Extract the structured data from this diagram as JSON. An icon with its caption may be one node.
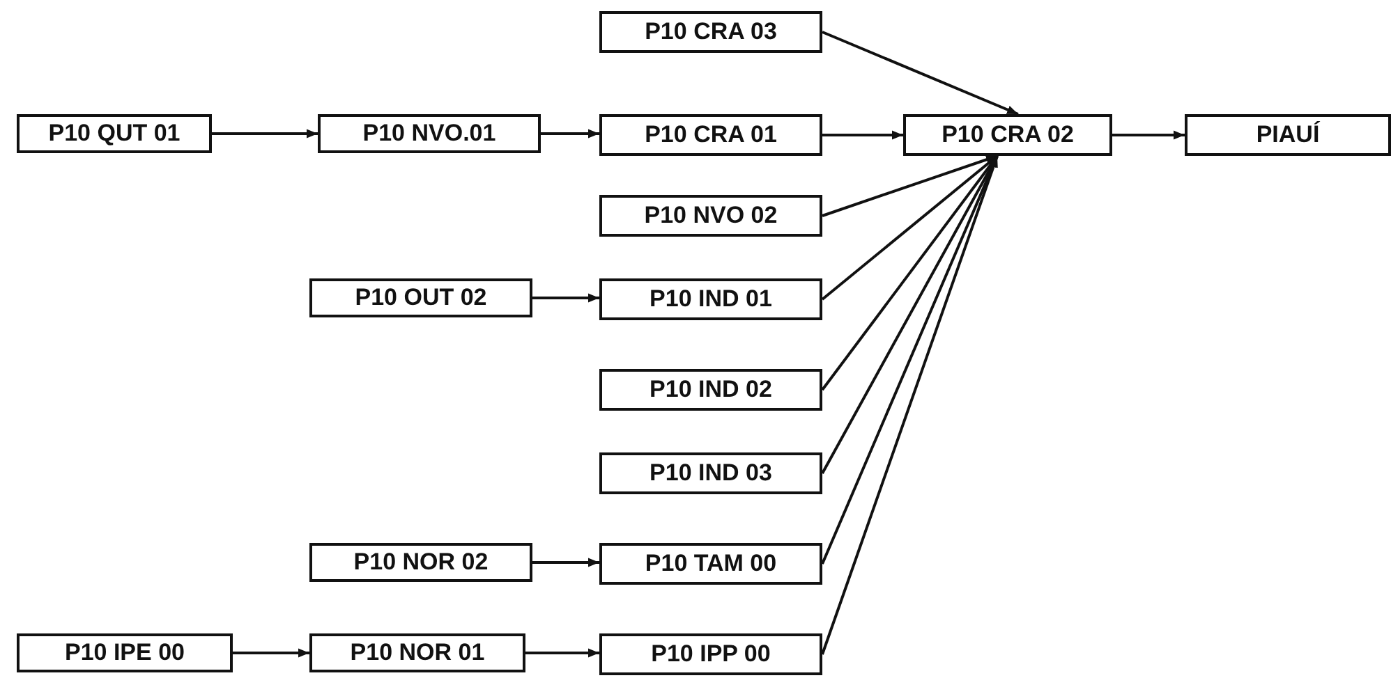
{
  "diagram": {
    "nodes": [
      {
        "text": [
          "P10 CRA 03"
        ]
      },
      {
        "text": [
          "P10 QUT 01"
        ]
      },
      {
        "text": [
          "P10 NVO.01"
        ]
      },
      {
        "text": [
          "P10 CRA 01"
        ]
      },
      {
        "text": [
          "P10 CRA 02"
        ]
      },
      {
        "text": [
          "PIAUÍ"
        ]
      },
      {
        "text": [
          "P10 NVO 02"
        ]
      },
      {
        "text": [
          "P10 OUT 02"
        ]
      },
      {
        "text": [
          "P10 IND 01"
        ]
      },
      {
        "text": [
          "P10 IND 02"
        ]
      },
      {
        "text": [
          "P10 IND 03"
        ]
      },
      {
        "text": [
          "P10 NOR 02"
        ]
      },
      {
        "text": [
          "P10 TAM 00"
        ]
      },
      {
        "text": [
          "P10 IPE 00"
        ]
      },
      {
        "text": [
          "P10 NOR 01"
        ]
      },
      {
        "text": [
          "P10 IPP 00"
        ]
      }
    ],
    "edges": [
      {
        "from": 1,
        "to": 2,
        "arrow": "to"
      },
      {
        "from": 2,
        "to": 3,
        "arrow": "to"
      },
      {
        "from": 0,
        "to": 4,
        "arrow": "to"
      },
      {
        "from": 3,
        "to": 4,
        "arrow": "to"
      },
      {
        "from": 6,
        "to": 4,
        "arrow": "to"
      },
      {
        "from": 7,
        "to": 8,
        "arrow": "to"
      },
      {
        "from": 8,
        "to": 4,
        "arrow": "to"
      },
      {
        "from": 9,
        "to": 4,
        "arrow": "to"
      },
      {
        "from": 10,
        "to": 4,
        "arrow": "to"
      },
      {
        "from": 11,
        "to": 12,
        "arrow": "to"
      },
      {
        "from": 12,
        "to": 4,
        "arrow": "to"
      },
      {
        "from": 4,
        "to": 5,
        "arrow": "to"
      },
      {
        "from": 13,
        "to": 14,
        "arrow": "to"
      },
      {
        "from": 14,
        "to": 15,
        "arrow": "to"
      },
      {
        "from": 15,
        "to": 4,
        "arrow": "to"
      }
    ]
  }
}
